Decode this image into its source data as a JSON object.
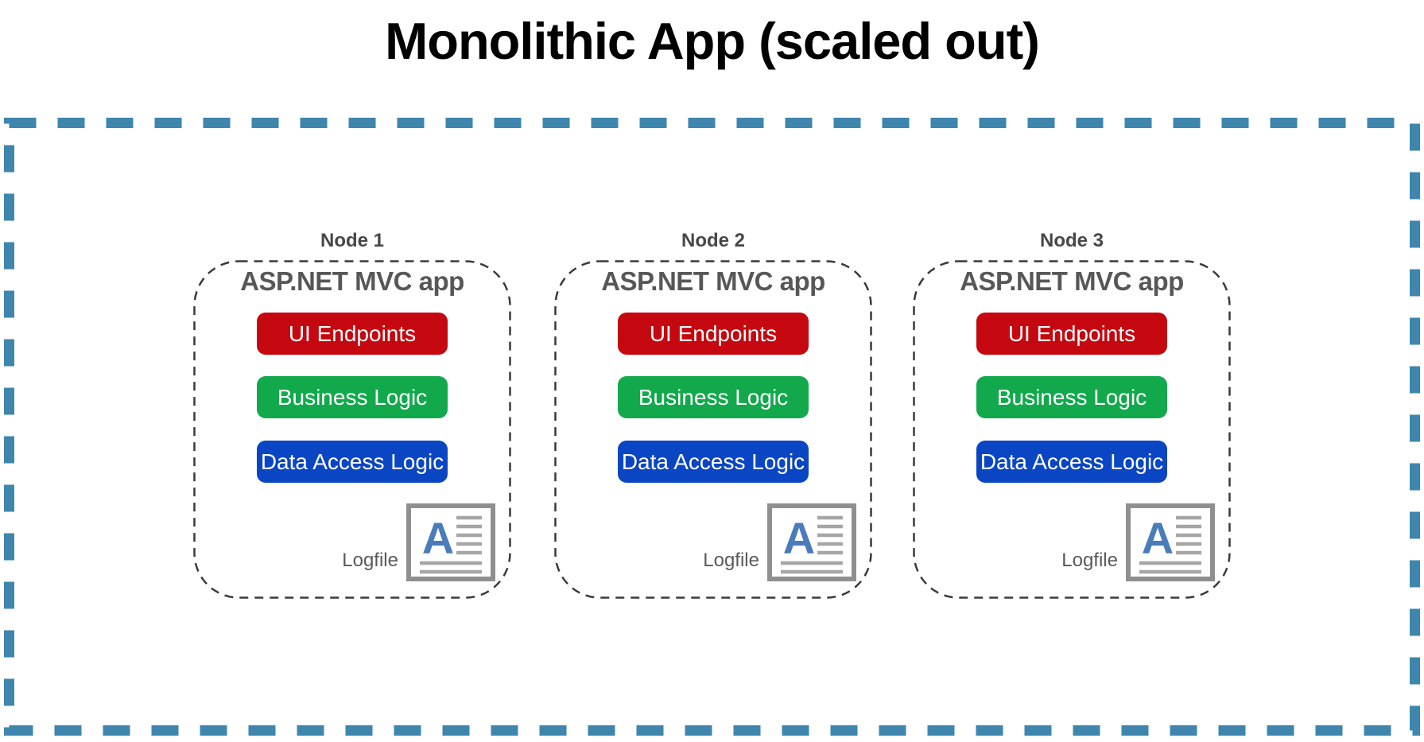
{
  "title": "Monolithic App (scaled out)",
  "colors": {
    "outer_border": "#3E86AD",
    "node_border": "#3A3A3A",
    "title_text": "#000000",
    "node_label_text": "#474747",
    "heading_text": "#575757",
    "button_text": "#FFFFFF",
    "red_layer": "#C50710",
    "green_layer": "#12A94C",
    "blue_layer": "#0A46C3",
    "logfile_text": "#5A5A5A",
    "icon_border": "#8F8F8F",
    "icon_lines": "#A6A6A6",
    "icon_letter_blue": "#4A7CBA"
  },
  "logfile_icon_letter": "A",
  "nodes": [
    {
      "label": "Node 1",
      "heading": "ASP.NET MVC app",
      "layers": [
        {
          "name": "ui-endpoints",
          "label": "UI Endpoints",
          "color": "#C50710"
        },
        {
          "name": "business-logic",
          "label": "Business Logic",
          "color": "#12A94C"
        },
        {
          "name": "data-access-logic",
          "label": "Data Access Logic",
          "color": "#0A46C3"
        }
      ],
      "logfile": {
        "label": "Logfile",
        "icon": "document-with-letter-A-icon"
      }
    },
    {
      "label": "Node 2",
      "heading": "ASP.NET MVC app",
      "layers": [
        {
          "name": "ui-endpoints",
          "label": "UI Endpoints",
          "color": "#C50710"
        },
        {
          "name": "business-logic",
          "label": "Business Logic",
          "color": "#12A94C"
        },
        {
          "name": "data-access-logic",
          "label": "Data Access Logic",
          "color": "#0A46C3"
        }
      ],
      "logfile": {
        "label": "Logfile",
        "icon": "document-with-letter-A-icon"
      }
    },
    {
      "label": "Node 3",
      "heading": "ASP.NET MVC app",
      "layers": [
        {
          "name": "ui-endpoints",
          "label": "UI Endpoints",
          "color": "#C50710"
        },
        {
          "name": "business-logic",
          "label": "Business Logic",
          "color": "#12A94C"
        },
        {
          "name": "data-access-logic",
          "label": "Data Access Logic",
          "color": "#0A46C3"
        }
      ],
      "logfile": {
        "label": "Logfile",
        "icon": "document-with-letter-A-icon"
      }
    }
  ]
}
